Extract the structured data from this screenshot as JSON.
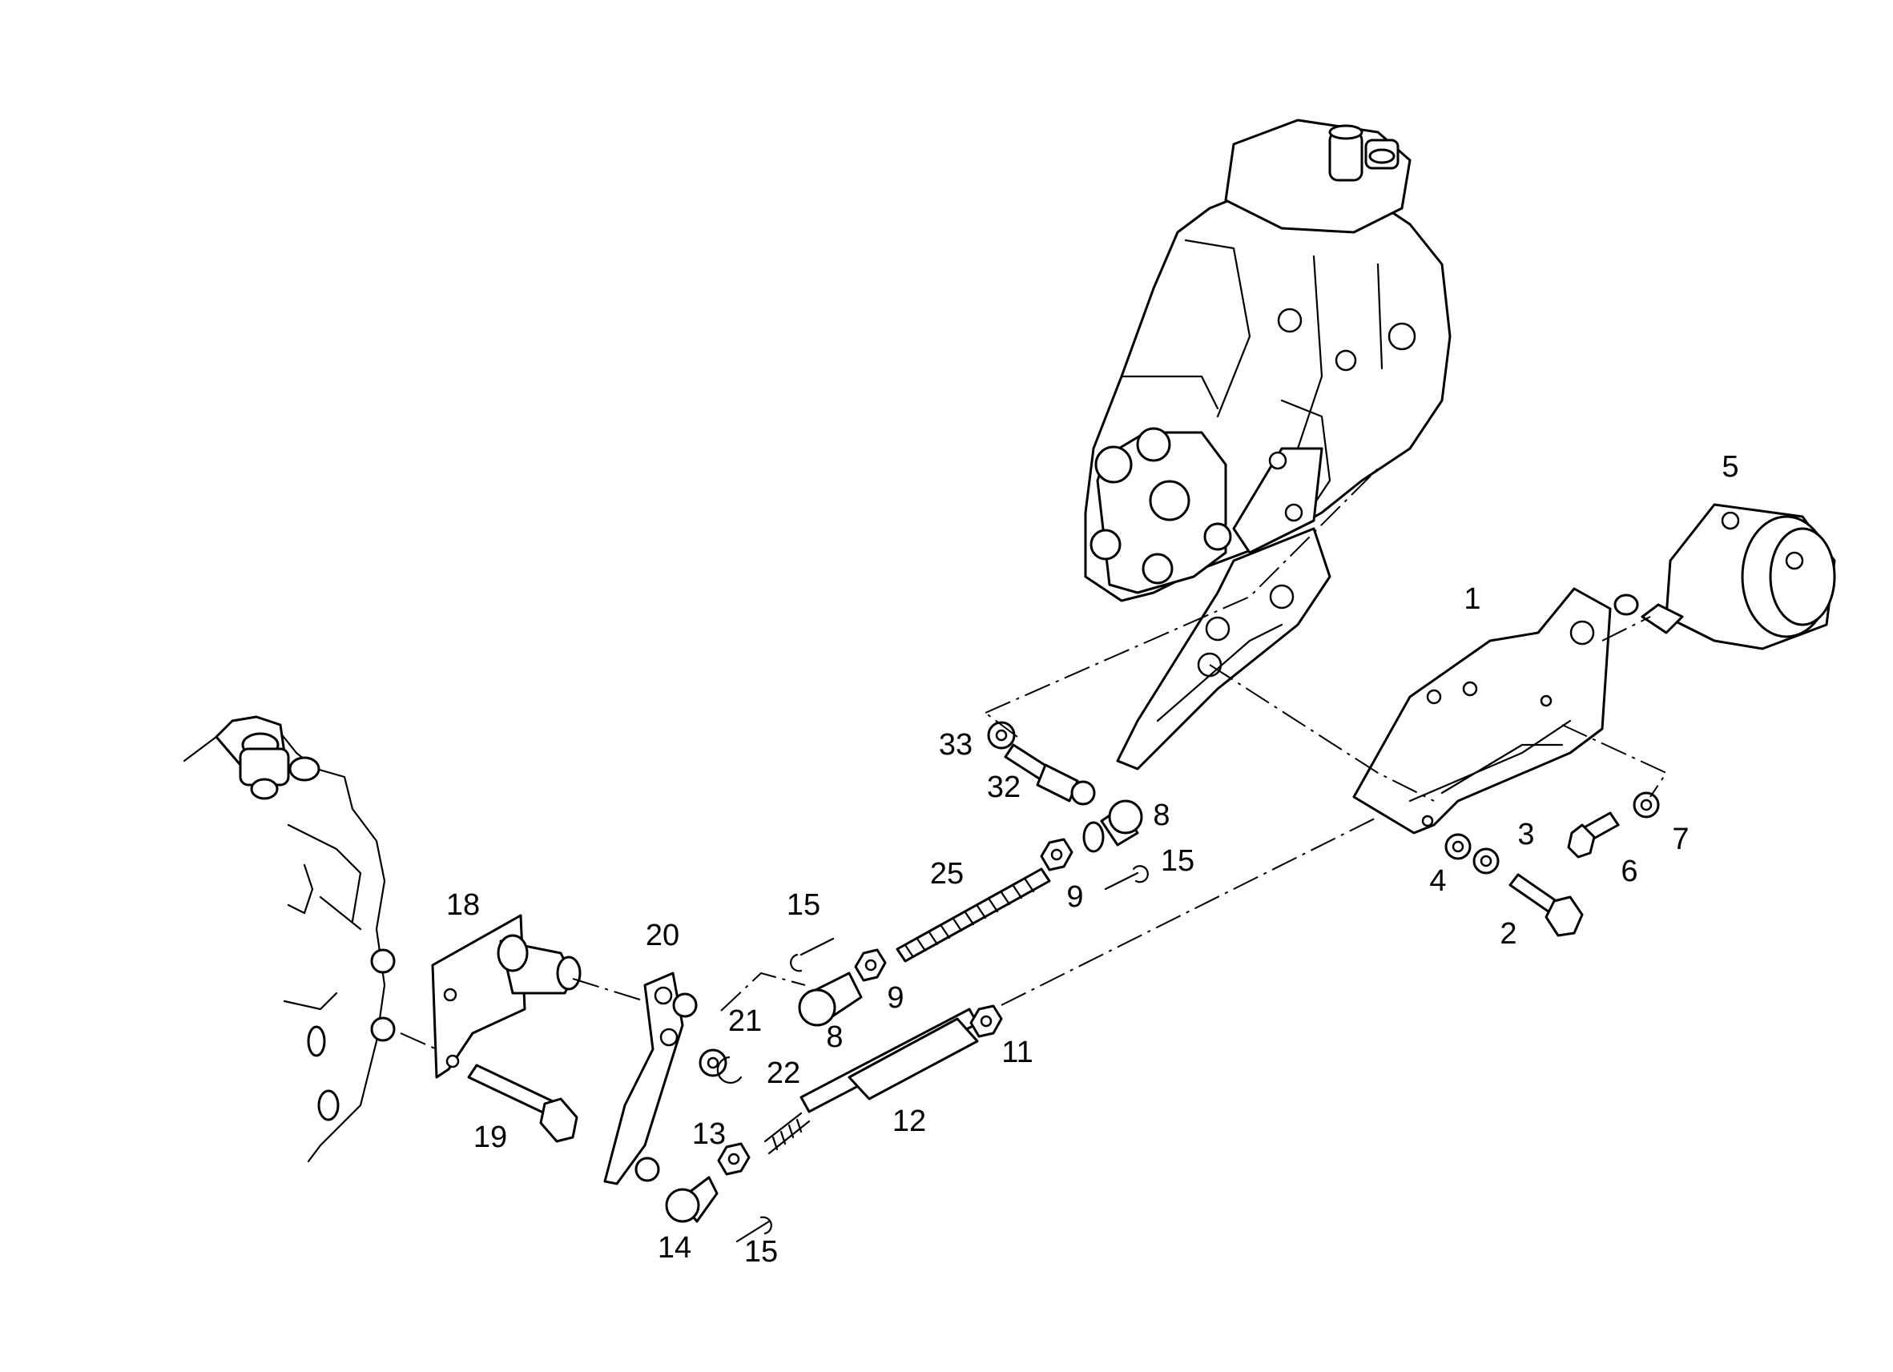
{
  "diagram": {
    "type": "exploded-parts-drawing",
    "line_color": "#000000",
    "background_color": "#ffffff",
    "callouts": [
      {
        "id": "c1",
        "text": "1"
      },
      {
        "id": "c2",
        "text": "2"
      },
      {
        "id": "c3",
        "text": "3"
      },
      {
        "id": "c4",
        "text": "4"
      },
      {
        "id": "c5",
        "text": "5"
      },
      {
        "id": "c6",
        "text": "6"
      },
      {
        "id": "c7",
        "text": "7"
      },
      {
        "id": "c8a",
        "text": "8"
      },
      {
        "id": "c8b",
        "text": "8"
      },
      {
        "id": "c9a",
        "text": "9"
      },
      {
        "id": "c9b",
        "text": "9"
      },
      {
        "id": "c11",
        "text": "11"
      },
      {
        "id": "c12",
        "text": "12"
      },
      {
        "id": "c13",
        "text": "13"
      },
      {
        "id": "c14",
        "text": "14"
      },
      {
        "id": "c15a",
        "text": "15"
      },
      {
        "id": "c15b",
        "text": "15"
      },
      {
        "id": "c15c",
        "text": "15"
      },
      {
        "id": "c18",
        "text": "18"
      },
      {
        "id": "c19",
        "text": "19"
      },
      {
        "id": "c20",
        "text": "20"
      },
      {
        "id": "c21",
        "text": "21"
      },
      {
        "id": "c22",
        "text": "22"
      },
      {
        "id": "c25",
        "text": "25"
      },
      {
        "id": "c32",
        "text": "32"
      },
      {
        "id": "c33",
        "text": "33"
      }
    ]
  }
}
